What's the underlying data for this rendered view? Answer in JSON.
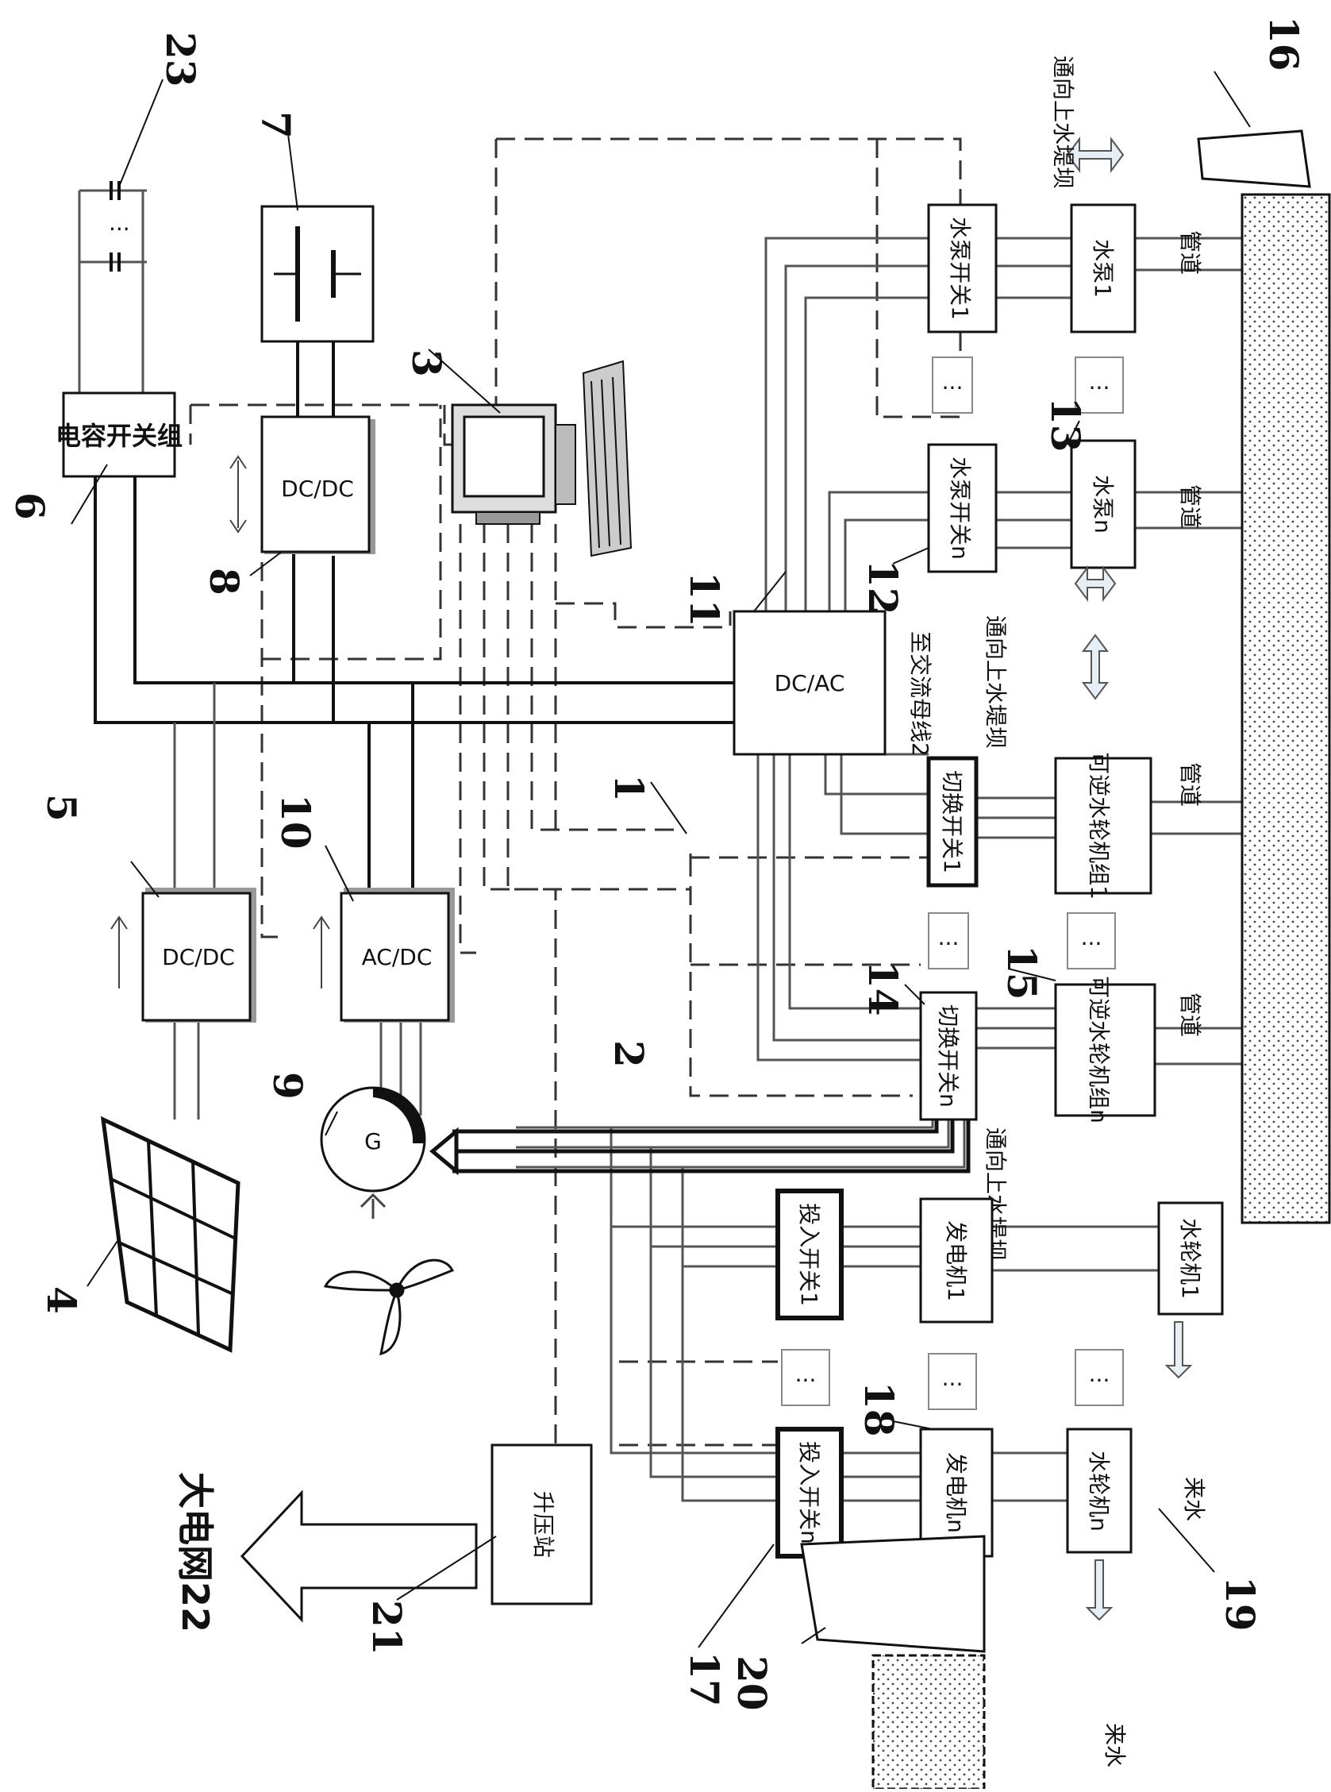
{
  "labels": {
    "capacitor_switch_group": "电容开关组",
    "dcdc": "DC/DC",
    "acdc": "AC/DC",
    "dcac": "DC/AC",
    "pump_switch_1": "水泵开关1",
    "pump_switch_n": "水泵开关n",
    "pump_1": "水泵1",
    "pump_n": "水泵n",
    "pipe": "管道",
    "to_upper_dam": "通向上水堤坝",
    "to_ac_bus": "至交流母线2",
    "transfer_switch_1": "切换开关1",
    "transfer_switch_n": "切换开关n",
    "reversible_turbine_1": "可逆水轮机组1",
    "reversible_turbine_n": "可逆水轮机组n",
    "input_switch_1": "投入开关1",
    "input_switch_n": "投入开关n",
    "generator_1": "发电机1",
    "generator_n": "发电机n",
    "turbine_1": "水轮机1",
    "turbine_n": "水轮机n",
    "incoming_water": "来水",
    "booster_station": "升压站",
    "big_grid": "大电网22",
    "generator_symbol": "G",
    "ellipsis": "..."
  },
  "numbers": {
    "n1": "1",
    "n2": "2",
    "n3": "3",
    "n4": "4",
    "n5": "5",
    "n6": "6",
    "n7": "7",
    "n8": "8",
    "n9": "9",
    "n10": "10",
    "n11": "11",
    "n12": "12",
    "n13": "13",
    "n14": "14",
    "n15": "15",
    "n16": "16",
    "n17": "17",
    "n18": "18",
    "n19": "19",
    "n20": "20",
    "n21": "21",
    "n23": "23"
  }
}
